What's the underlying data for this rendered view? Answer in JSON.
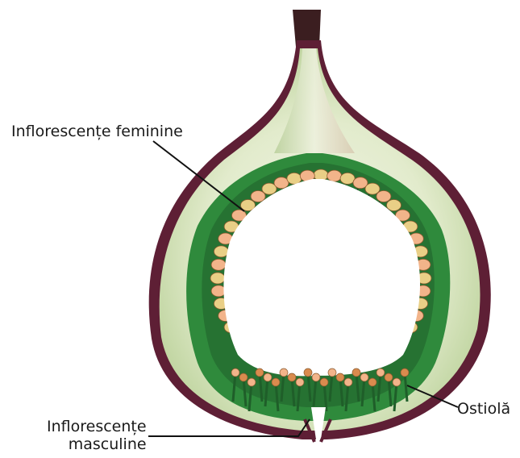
{
  "labels": {
    "female_flowers": "Inflorescențe feminine",
    "ostiole": "Ostiolă",
    "male_flowers_line1": "Inflorescențe",
    "male_flowers_line2": "masculine"
  },
  "colors": {
    "skin": "#5e1f35",
    "flesh_light": "#eef2de",
    "flesh_mid": "#c9dcae",
    "green_layer": "#2f8a3c",
    "green_dark": "#1f5e29",
    "flower_pink": "#f2b48a",
    "flower_yellow": "#e9cf86",
    "flower_outline": "#8a5a2e",
    "stalk": "#3b1e20",
    "cavity": "#ffffff"
  }
}
